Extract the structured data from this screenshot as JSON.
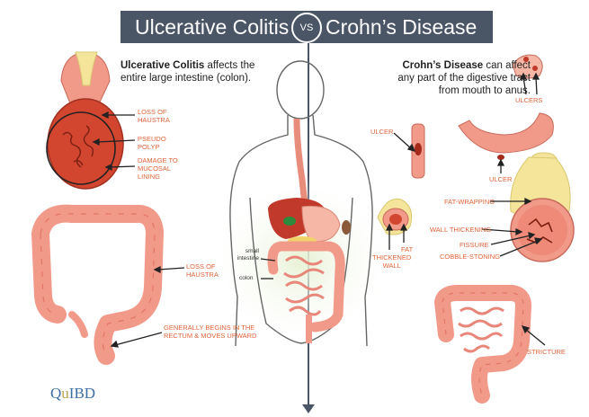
{
  "title": {
    "left": "Ulcerative Colitis",
    "vs": "VS",
    "right": "Crohn’s Disease"
  },
  "uc": {
    "intro_bold": "Ulcerative Colitis",
    "intro_rest_1": " affects the",
    "intro_rest_2": "entire large intestine (colon).",
    "labels": {
      "loss_of_haustra_1": "LOSS OF\nHAUSTRA",
      "pseudo_polyp": "PSEUDO\nPOLYP",
      "damage": "DAMAGE TO\nMUCOSAL\nLINING",
      "loss_of_haustra_2": "LOSS OF\nHAUSTRA",
      "begins": "GENERALLY BEGINS IN THE\nRECTUM & MOVES UPWARD"
    }
  },
  "body": {
    "small_intestine": "small\nintestine",
    "colon": "colon"
  },
  "cd": {
    "intro_bold": "Crohn’s Disease",
    "intro_rest_1": " can affect",
    "intro_rest_2": "any part of the digestive tract",
    "intro_rest_3": "from mouth to anus.",
    "labels": {
      "ulcers": "ULCERS",
      "ulcer_left": "ULCER",
      "ulcer_right": "ULCER",
      "thickened_wall": "THICKENED\nWALL",
      "fat": "FAT",
      "fat_wrapping": "FAT-WRAPPING",
      "wall_thickening": "WALL THICKENING",
      "fissure": "FISSURE",
      "cobble": "COBBLE-STONING",
      "stricture": "STRICTURE"
    }
  },
  "logo": {
    "q": "Q",
    "u": "u",
    "rest": "IBD"
  },
  "colors": {
    "title_bar": "#4a5666",
    "label_orange": "#e0643a",
    "intestine": "#f29a8a",
    "intestine_dark": "#e27565",
    "fat_yellow": "#f4e59a",
    "liver": "#c0392b",
    "stomach": "#f6b7a6",
    "body_outline": "#555555",
    "glow": "#eaf2dc"
  }
}
